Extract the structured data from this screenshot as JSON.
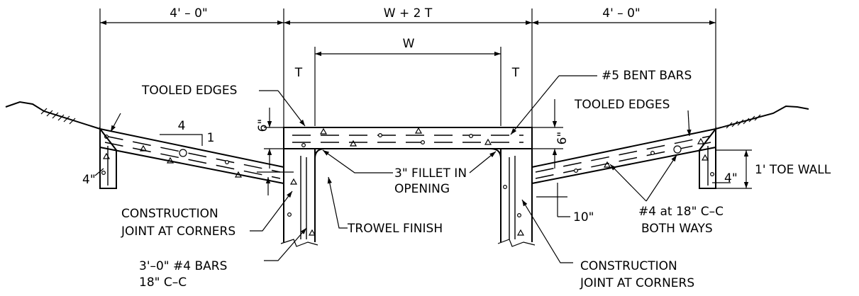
{
  "dimensions": {
    "left_width": "4' – 0\"",
    "center_width": "W + 2 T",
    "right_width": "4' – 0\"",
    "inner_width": "W",
    "wall_thickness_left": "T",
    "wall_thickness_right": "T",
    "slab_thickness_left": "6\"",
    "slab_thickness_right": "6\"",
    "apron_thickness": "4\"",
    "toe_wall_width": "4\"",
    "apron_offset": "10\"",
    "slope_run": "4",
    "slope_rise": "1"
  },
  "labels": {
    "tooled_edges_left": "TOOLED EDGES",
    "tooled_edges_right": "TOOLED EDGES",
    "bent_bars": "#5 BENT BARS",
    "toe_wall": "1' TOE WALL",
    "fillet_line1": "3\" FILLET IN",
    "fillet_line2": "OPENING",
    "trowel_finish": "TROWEL FINISH",
    "cj_left_line1": "CONSTRUCTION",
    "cj_left_line2": "JOINT AT CORNERS",
    "cj_right_line1": "CONSTRUCTION",
    "cj_right_line2": "JOINT AT CORNERS",
    "rebar_spacing_line1": "#4 at 18\" C–C",
    "rebar_spacing_line2": "BOTH WAYS",
    "dowel_bars_line1": "3'–0\" #4 BARS",
    "dowel_bars_line2": "18\" C–C"
  }
}
